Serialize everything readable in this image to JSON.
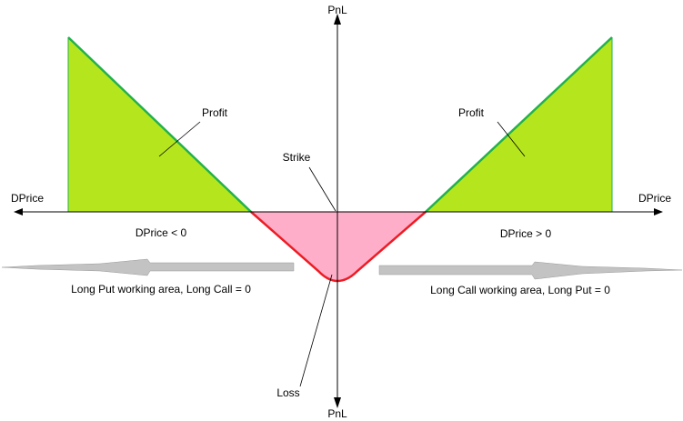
{
  "labels": {
    "pnl_top": "PnL",
    "pnl_bottom": "PnL",
    "dprice_left": "DPrice",
    "dprice_right": "DPrice",
    "profit_left": "Profit",
    "profit_right": "Profit",
    "strike": "Strike",
    "loss": "Loss",
    "dprice_neg": "DPrice < 0",
    "dprice_pos": "DPrice > 0",
    "put_area": "Long Put working area,  Long Call = 0",
    "call_area": "Long Call working area,  Long Put = 0"
  },
  "colors": {
    "profit_fill": "#b5e61d",
    "profit_line": "#22b14c",
    "loss_fill": "#ffaec9",
    "loss_line": "#ed1c24",
    "arrow_fill": "#c3c3c3"
  }
}
